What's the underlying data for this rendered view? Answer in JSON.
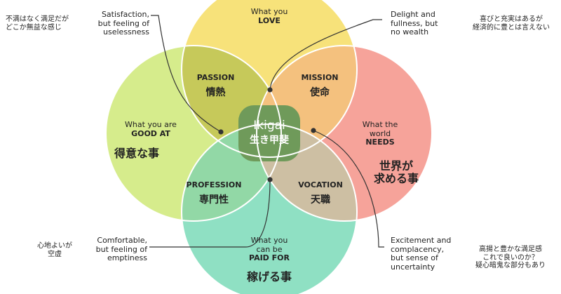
{
  "colors": {
    "love": "#f7e27a",
    "good_at": "#d6ec8c",
    "needs": "#f6a39a",
    "paid_for": "#8fe0c3",
    "passion": "#c6c95a",
    "mission": "#f4c17e",
    "profession": "#92d8a6",
    "vocation": "#cdbfa3",
    "center": "#6f9a5a",
    "outline": "#ffffff"
  },
  "circles": {
    "love": {
      "line1": "What you",
      "line2": "LOVE"
    },
    "good_at": {
      "line1": "What you are",
      "line2": "GOOD AT",
      "jp": "得意な事"
    },
    "needs": {
      "line1": "What the",
      "line2": "world",
      "line3": "NEEDS",
      "jp1": "世界が",
      "jp2": "求める事"
    },
    "paid_for": {
      "line1": "What you",
      "line2": "can be",
      "line3": "PAID FOR",
      "jp": "稼げる事"
    }
  },
  "overlaps": {
    "passion": {
      "en": "PASSION",
      "jp": "情熱"
    },
    "mission": {
      "en": "MISSION",
      "jp": "使命"
    },
    "profession": {
      "en": "PROFESSION",
      "jp": "専門性"
    },
    "vocation": {
      "en": "VOCATION",
      "jp": "天職"
    }
  },
  "center": {
    "en": "Ikigai",
    "jp": "生き甲斐"
  },
  "notes": {
    "top_left": {
      "en1": "Satisfaction,",
      "en2": "but feeling of",
      "en3": "uselessness",
      "jp1": "不満はなく満足だが",
      "jp2": "どこか無益な感じ"
    },
    "top_right": {
      "en1": "Delight and",
      "en2": "fullness, but",
      "en3": "no wealth",
      "jp1": "喜びと充実はあるが",
      "jp2": "経済的に豊とは言えない"
    },
    "bottom_left": {
      "en1": "Comfortable,",
      "en2": "but feeling of",
      "en3": "emptiness",
      "jp1": "心地よいが",
      "jp2": "空虚"
    },
    "bottom_right": {
      "en1": "Excitement and",
      "en2": "complacency,",
      "en3": "but sense of",
      "en4": "uncertainty",
      "jp1": "高揚と豊かな満足感",
      "jp2": "これで良いのか？",
      "jp3": "疑心暗鬼な部分もあり"
    }
  }
}
